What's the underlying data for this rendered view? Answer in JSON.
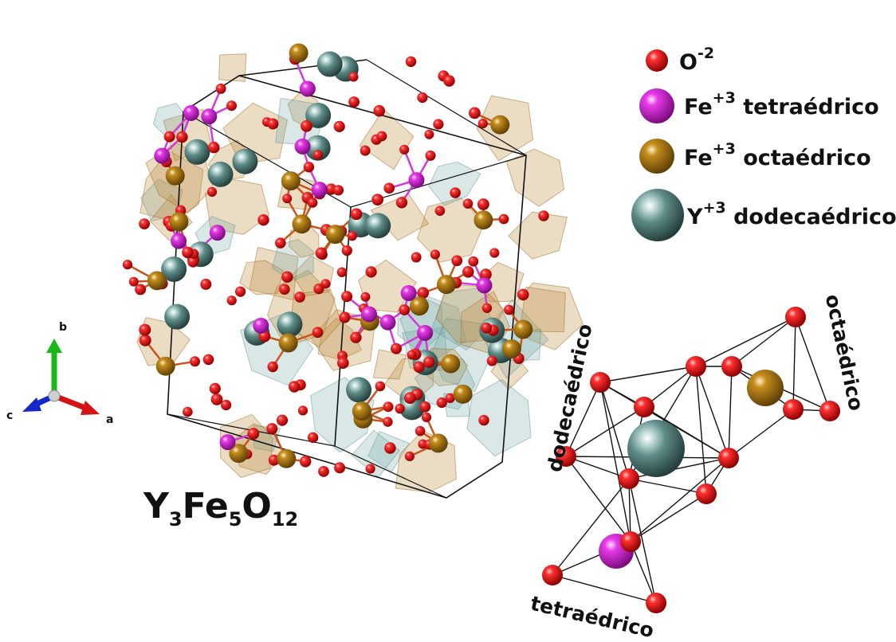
{
  "legend": {
    "oxygen": {
      "base": "O",
      "sup": "-2",
      "color": "#e8141a"
    },
    "fe_tetra": {
      "base": "Fe",
      "sup": "+3",
      "suffix": "tetraédrico",
      "color": "#d61bd8"
    },
    "fe_octa": {
      "base": "Fe",
      "sup": "+3",
      "suffix": "octaédrico",
      "color": "#b07e14"
    },
    "y_dodeca": {
      "base": "Y",
      "sup": "+3",
      "suffix": "dodecaédrico",
      "color": "#5b8c88"
    }
  },
  "formula": {
    "y": "Y",
    "y_sub": "3",
    "fe": "Fe",
    "fe_sub": "5",
    "o": "O",
    "o_sub": "12"
  },
  "axes": {
    "a": "a",
    "b": "b",
    "c": "c"
  },
  "polyhedra_labels": {
    "dodecahedral": "dodecaédrico",
    "octahedral": "octaédrico",
    "tetrahedral": "tetraédrico"
  }
}
